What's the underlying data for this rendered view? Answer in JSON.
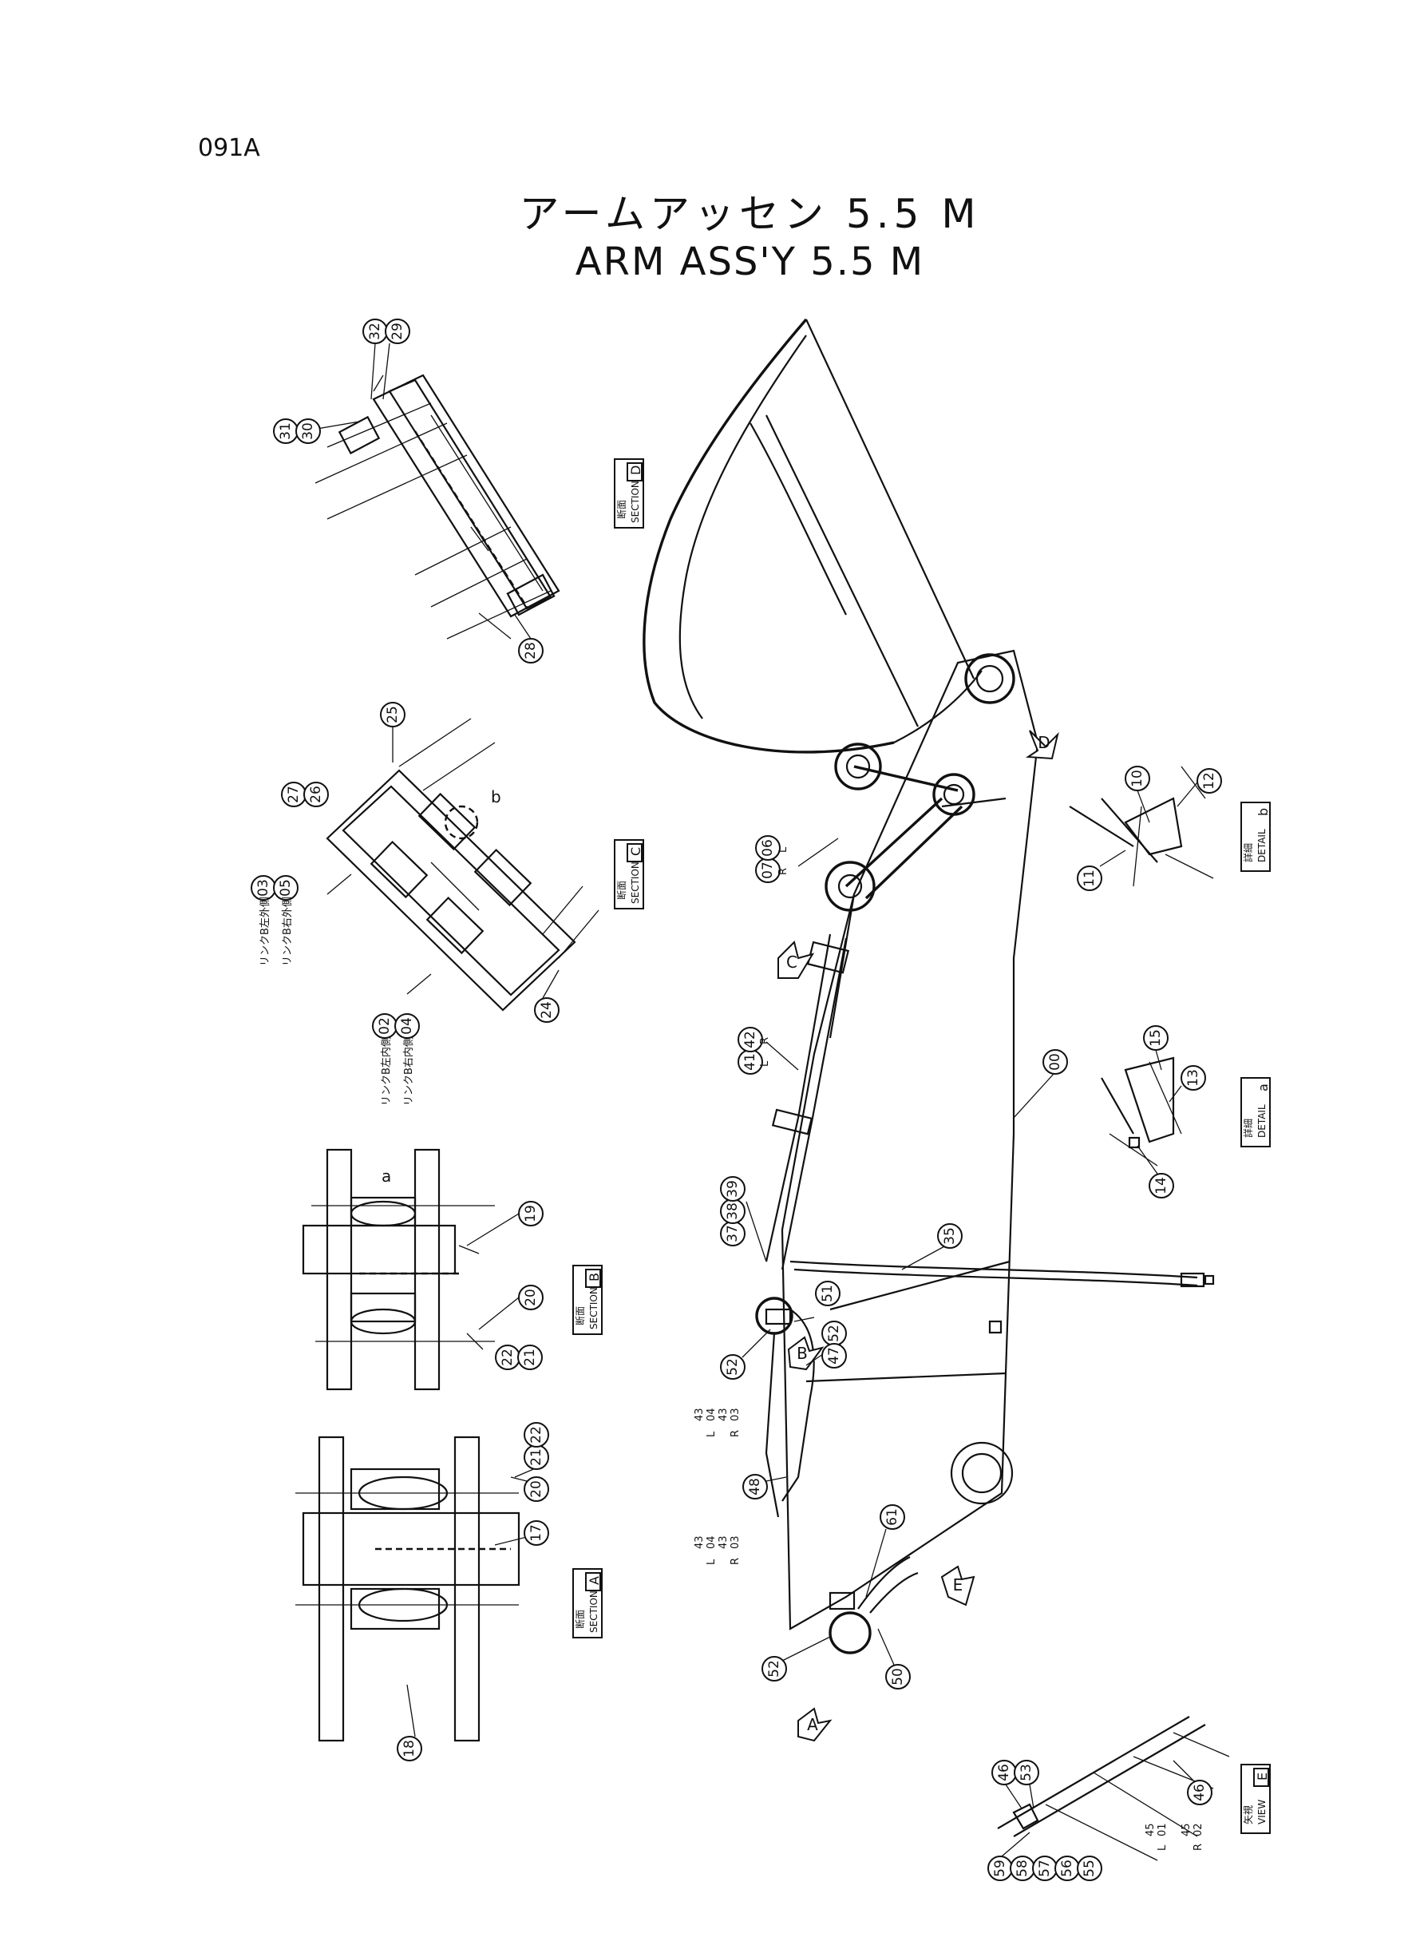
{
  "page_number": "091A",
  "title_ja": "アームアッセン 5.5 M",
  "title_en": "ARM  ASS'Y  5.5 M",
  "sections": [
    {
      "id": "D",
      "label_ja": "断面",
      "label_en": "SECTION"
    },
    {
      "id": "C",
      "label_ja": "断面",
      "label_en": "SECTION"
    },
    {
      "id": "B",
      "label_ja": "断面",
      "label_en": "SECTION"
    },
    {
      "id": "A",
      "label_ja": "断面",
      "label_en": "SECTION"
    },
    {
      "id": "b",
      "label_ja": "詳細",
      "label_en": "DETAIL"
    },
    {
      "id": "a",
      "label_ja": "詳細",
      "label_en": "DETAIL"
    },
    {
      "id": "E",
      "label_ja": "矢視",
      "label_en": "VIEW"
    }
  ],
  "callouts": {
    "sec_d": [
      "32",
      "29",
      "31",
      "30",
      "28"
    ],
    "sec_c": [
      "25",
      "27",
      "26",
      "03",
      "05",
      "02",
      "04",
      "24"
    ],
    "sec_c_letter": "b",
    "sec_b": [
      "19",
      "20",
      "22",
      "21"
    ],
    "sec_b_letter": "a",
    "sec_a": [
      "21",
      "22",
      "20",
      "17",
      "18"
    ],
    "detail_b": [
      "10",
      "12",
      "11"
    ],
    "detail_a": [
      "15",
      "13",
      "14"
    ],
    "view_e": [
      "46",
      "53",
      "46",
      "59",
      "58",
      "57",
      "56",
      "55"
    ],
    "main": [
      "00",
      "35",
      "07",
      "06",
      "41",
      "42",
      "37",
      "38",
      "39",
      "51",
      "52",
      "52",
      "47",
      "48",
      "61",
      "50",
      "52"
    ]
  },
  "notes": {
    "link_b_left_outer": "リンクB左外側",
    "link_b_right_outer": "リンクB右外側",
    "link_b_left_inner": "リンクB左内側",
    "link_b_right_inner": "リンクB右内側"
  },
  "fractions": {
    "f1": {
      "top": "45",
      "side": "L",
      "bottom": "01"
    },
    "f2": {
      "top": "45",
      "side": "R",
      "bottom": "02"
    },
    "f3": {
      "top": "43",
      "side": "L",
      "bottom": "04"
    },
    "f4": {
      "top": "43",
      "side": "R",
      "bottom": "03"
    },
    "f5": {
      "top": "43",
      "side": "L",
      "bottom": "04"
    },
    "f6": {
      "top": "43",
      "side": "R",
      "bottom": "03"
    }
  },
  "arrow_markers": [
    "D",
    "C",
    "B",
    "E",
    "A"
  ],
  "side_marks": {
    "m06": "L",
    "m07": "R",
    "m41": "L",
    "m42": "R"
  }
}
